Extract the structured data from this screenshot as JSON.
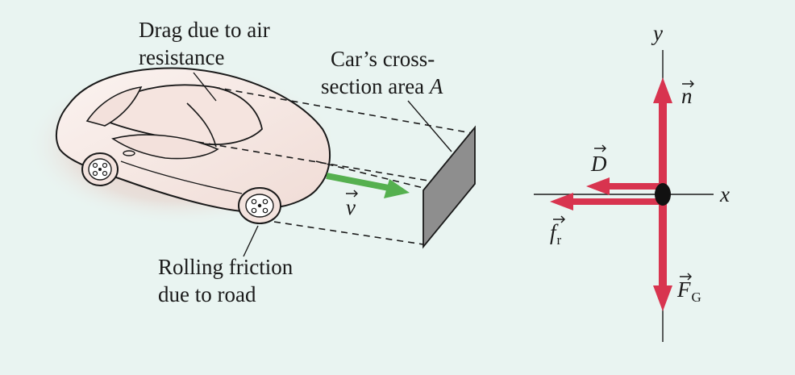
{
  "colors": {
    "background": "#e9f4f1",
    "force_arrow": "#d8344f",
    "velocity_arrow": "#55b04f",
    "car_body": "#f7ebe7",
    "car_glow": "#e3bdb4",
    "cross_section": "#8e8e8e"
  },
  "labels": {
    "drag_line1": "Drag due to air",
    "drag_line2": "resistance",
    "cross_line1": "Car’s cross-",
    "cross_line2_text": "section area ",
    "cross_line2_var": "A",
    "rolling_line1": "Rolling friction",
    "rolling_line2": "due to road",
    "velocity": "v"
  },
  "free_body": {
    "axis_x": "x",
    "axis_y": "y",
    "normal": "n",
    "drag": "D",
    "friction": "f",
    "friction_sub": "r",
    "gravity": "F",
    "gravity_sub": "G"
  },
  "icons": [
    "vector-arrow-icon"
  ]
}
